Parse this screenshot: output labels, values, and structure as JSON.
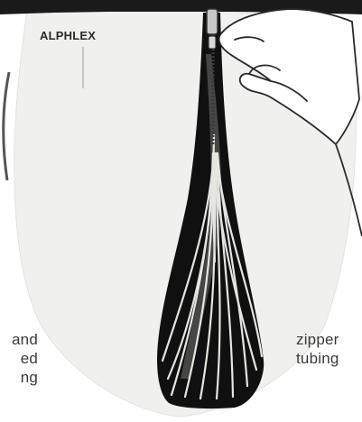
{
  "brand": {
    "label": "ALPHLEX"
  },
  "captions": {
    "left": [
      "and",
      "ed",
      "ng"
    ],
    "right": [
      "zipper",
      "tubing"
    ]
  },
  "colors": {
    "background": "#ffffff",
    "sleeve_fill": "#f0f0ee",
    "zipper_tubing": "#101010",
    "wire_strands": "#e6e6e0",
    "top_bar": "#1a1a1a"
  },
  "icons": [
    "hand-icon",
    "zipper-pull-icon"
  ]
}
